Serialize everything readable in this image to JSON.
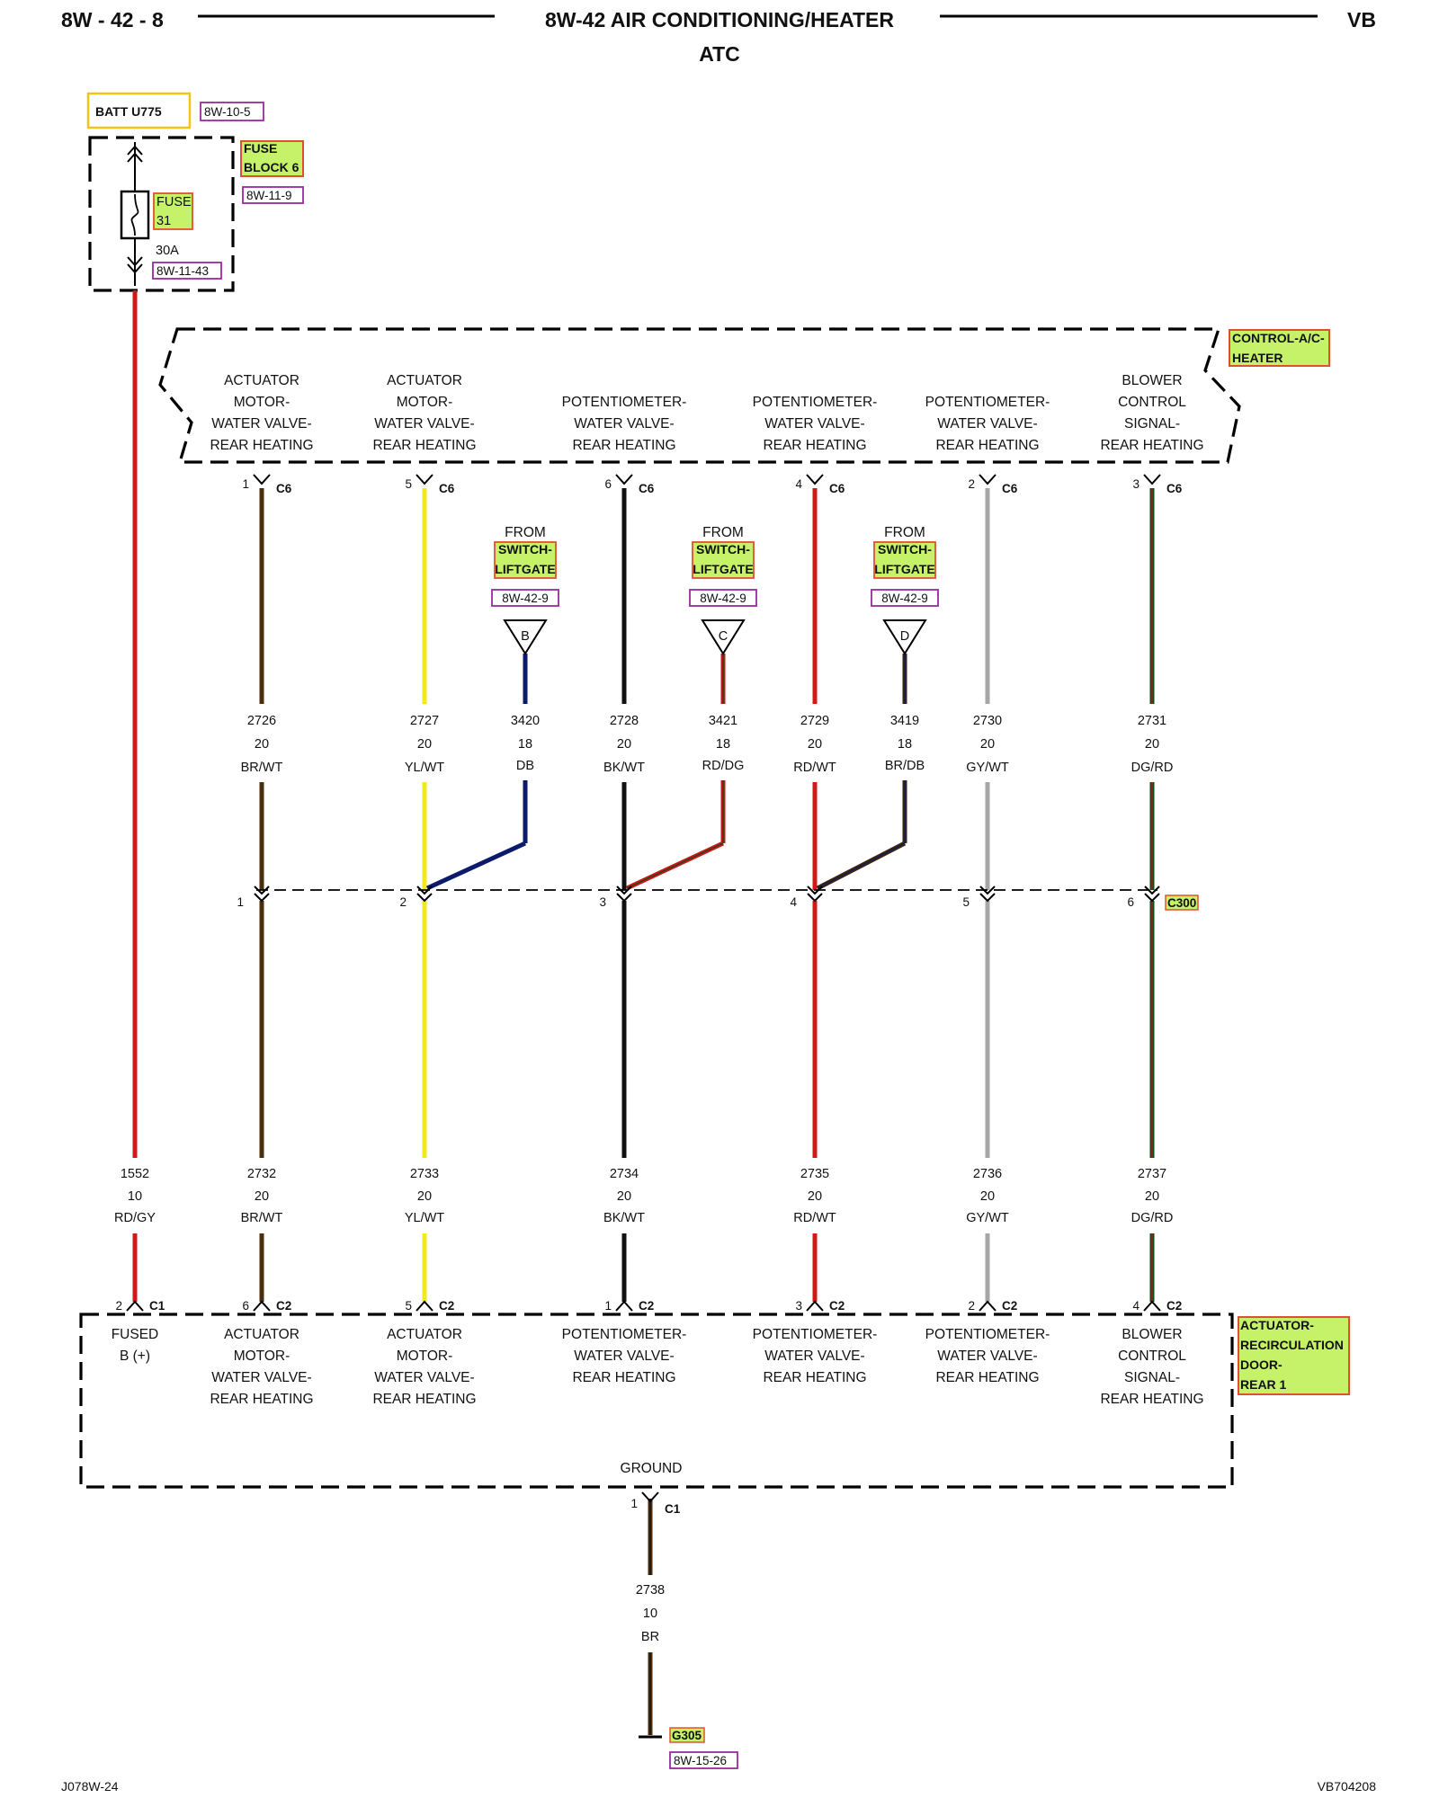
{
  "header": {
    "page_code": "8W - 42 - 8",
    "title": "8W-42 AIR CONDITIONING/HEATER",
    "subtitle": "ATC",
    "vehicle": "VB"
  },
  "power": {
    "source_label": "BATT U775",
    "source_ref": "8W-10-5",
    "fuse_block": [
      "FUSE",
      "BLOCK 6"
    ],
    "fuse_block_ref": "8W-11-9",
    "fuse": [
      "FUSE",
      "31"
    ],
    "fuse_rating": "30A",
    "fuse_ref": "8W-11-43"
  },
  "module_top": {
    "name": [
      "CONTROL-A/C-",
      "HEATER"
    ],
    "connector": "C6",
    "circuits": [
      {
        "label": [
          "ACTUATOR",
          "MOTOR-",
          "WATER VALVE-",
          "REAR HEATING"
        ],
        "pin": "1",
        "wire_top": {
          "num": "2726",
          "gauge": "20",
          "color": "BR/WT"
        },
        "c300_pin": "1",
        "wire_bottom": {
          "num": "2732",
          "gauge": "20",
          "color": "BR/WT"
        },
        "bottom_pin": "6",
        "bottom_connector": "C2",
        "bottom_label": [
          "ACTUATOR",
          "MOTOR-",
          "WATER VALVE-",
          "REAR HEATING"
        ]
      },
      {
        "label": [
          "ACTUATOR",
          "MOTOR-",
          "WATER VALVE-",
          "REAR HEATING"
        ],
        "pin": "5",
        "wire_top": {
          "num": "2727",
          "gauge": "20",
          "color": "YL/WT"
        },
        "c300_pin": "2",
        "wire_bottom": {
          "num": "2733",
          "gauge": "20",
          "color": "YL/WT"
        },
        "bottom_pin": "5",
        "bottom_connector": "C2",
        "bottom_label": [
          "ACTUATOR",
          "MOTOR-",
          "WATER VALVE-",
          "REAR HEATING"
        ]
      },
      {
        "label": [
          "POTENTIOMETER-",
          "WATER VALVE-",
          "REAR HEATING"
        ],
        "pin": "6",
        "wire_top": {
          "num": "2728",
          "gauge": "20",
          "color": "BK/WT"
        },
        "c300_pin": "3",
        "wire_bottom": {
          "num": "2734",
          "gauge": "20",
          "color": "BK/WT"
        },
        "bottom_pin": "1",
        "bottom_connector": "C2",
        "bottom_label": [
          "POTENTIOMETER-",
          "WATER VALVE-",
          "REAR HEATING"
        ]
      },
      {
        "label": [
          "POTENTIOMETER-",
          "WATER VALVE-",
          "REAR HEATING"
        ],
        "pin": "4",
        "wire_top": {
          "num": "2729",
          "gauge": "20",
          "color": "RD/WT"
        },
        "c300_pin": "4",
        "wire_bottom": {
          "num": "2735",
          "gauge": "20",
          "color": "RD/WT"
        },
        "bottom_pin": "3",
        "bottom_connector": "C2",
        "bottom_label": [
          "POTENTIOMETER-",
          "WATER VALVE-",
          "REAR HEATING"
        ]
      },
      {
        "label": [
          "POTENTIOMETER-",
          "WATER VALVE-",
          "REAR HEATING"
        ],
        "pin": "2",
        "wire_top": {
          "num": "2730",
          "gauge": "20",
          "color": "GY/WT"
        },
        "c300_pin": "5",
        "wire_bottom": {
          "num": "2736",
          "gauge": "20",
          "color": "GY/WT"
        },
        "bottom_pin": "2",
        "bottom_connector": "C2",
        "bottom_label": [
          "POTENTIOMETER-",
          "WATER VALVE-",
          "REAR HEATING"
        ]
      },
      {
        "label": [
          "BLOWER",
          "CONTROL",
          "SIGNAL-",
          "REAR HEATING"
        ],
        "pin": "3",
        "wire_top": {
          "num": "2731",
          "gauge": "20",
          "color": "DG/RD"
        },
        "c300_pin": "6",
        "wire_bottom": {
          "num": "2737",
          "gauge": "20",
          "color": "DG/RD"
        },
        "bottom_pin": "4",
        "bottom_connector": "C2",
        "bottom_label": [
          "BLOWER",
          "CONTROL",
          "SIGNAL-",
          "REAR HEATING"
        ]
      }
    ]
  },
  "switch_inputs": [
    {
      "from": "FROM",
      "name": [
        "SWITCH-",
        "LIFTGATE"
      ],
      "ref": "8W-42-9",
      "letter": "B",
      "wire": {
        "num": "3420",
        "gauge": "18",
        "color": "DB"
      }
    },
    {
      "from": "FROM",
      "name": [
        "SWITCH-",
        "LIFTGATE"
      ],
      "ref": "8W-42-9",
      "letter": "C",
      "wire": {
        "num": "3421",
        "gauge": "18",
        "color": "RD/DG"
      }
    },
    {
      "from": "FROM",
      "name": [
        "SWITCH-",
        "LIFTGATE"
      ],
      "ref": "8W-42-9",
      "letter": "D",
      "wire": {
        "num": "3419",
        "gauge": "18",
        "color": "BR/DB"
      }
    }
  ],
  "inline_connector": "C300",
  "fused_feed": {
    "wire": {
      "num": "1552",
      "gauge": "10",
      "color": "RD/GY"
    },
    "pin": "2",
    "connector": "C1",
    "label": [
      "FUSED",
      "B (+)"
    ]
  },
  "module_bottom": {
    "name": [
      "ACTUATOR-",
      "RECIRCULATION",
      "DOOR-",
      "REAR 1"
    ],
    "ground_label": "GROUND"
  },
  "ground": {
    "pin": "1",
    "connector": "C1",
    "wire": {
      "num": "2738",
      "gauge": "10",
      "color": "BR"
    },
    "point": "G305",
    "ref": "8W-15-26"
  },
  "footer": {
    "left": "J078W-24",
    "right": "VB704208"
  },
  "wire_colors": {
    "RD/GY": "#d01818",
    "BR/WT": "#4a2e10",
    "YL/WT": "#f2ea1c",
    "BK/WT": "#111111",
    "RD/WT": "#d01818",
    "GY/WT": "#a6a6a6",
    "DG/RD": "#0f4a1c",
    "DB": "#0b1a6a",
    "RD/DG": "#c81818",
    "BR/DB": "#3a250c",
    "BR": "#4a2e10",
    "highlight_fill": "#c6f26a",
    "highlight_border": "#e05030",
    "ref_border": "#9a2aa0"
  }
}
